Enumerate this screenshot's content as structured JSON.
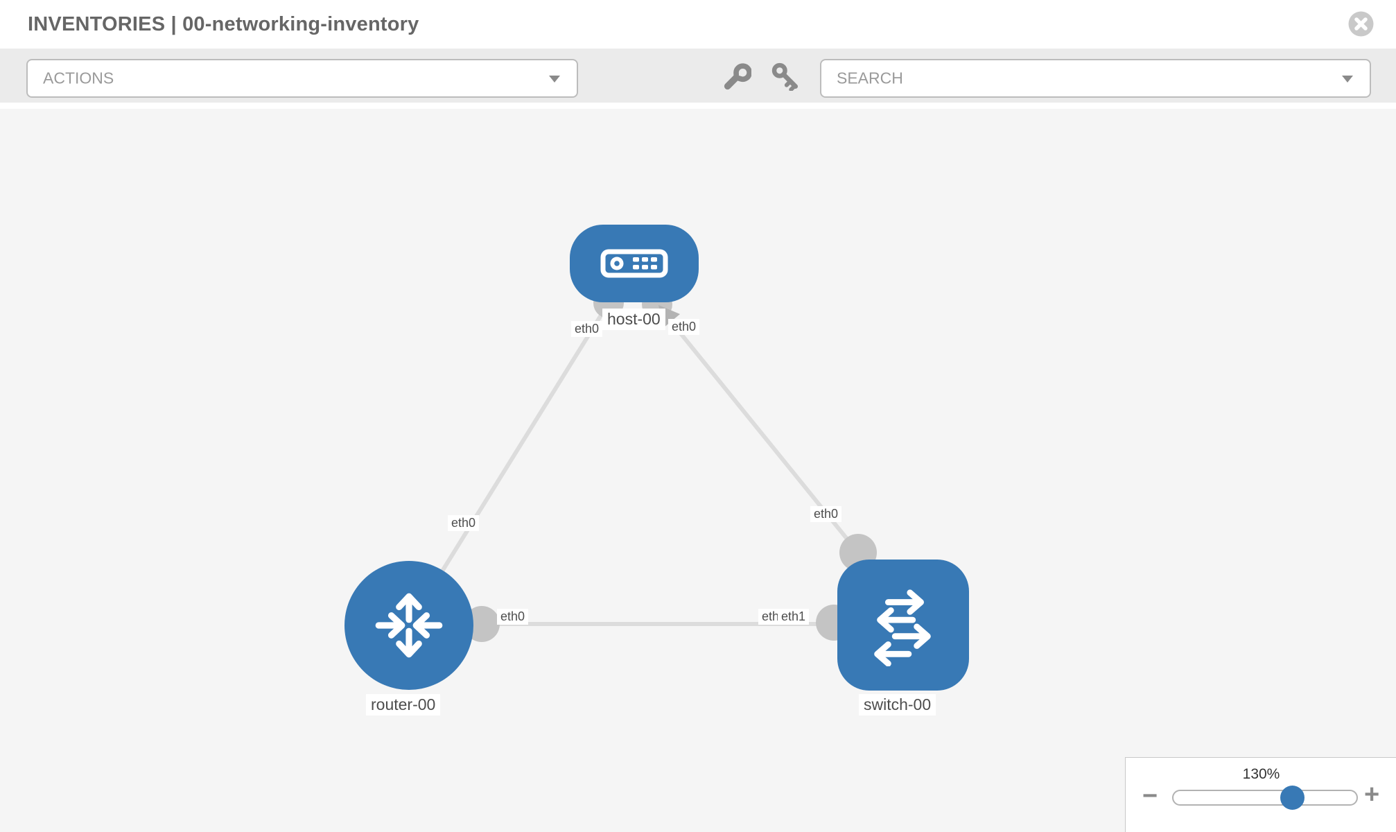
{
  "header": {
    "title": "INVENTORIES | 00-networking-inventory"
  },
  "toolbar": {
    "actions_label": "ACTIONS",
    "search_label": "SEARCH"
  },
  "topology": {
    "nodes": [
      {
        "id": "host-00",
        "type": "host",
        "label": "host-00"
      },
      {
        "id": "router-00",
        "type": "router",
        "label": "router-00"
      },
      {
        "id": "switch-00",
        "type": "switch",
        "label": "switch-00"
      }
    ],
    "interfaces": {
      "host_left": "eth0",
      "host_right": "eth0",
      "link_router_host": "eth0",
      "link_host_switch": "eth0",
      "router_eth0": "eth0",
      "switch_eth0_partial": "eth0",
      "switch_eth1": "eth1"
    }
  },
  "zoom_control": {
    "value": "130%",
    "minus_label": "−",
    "plus_label": "+"
  },
  "colors": {
    "node_blue": "#3879b5",
    "link_gray": "#dcdcdc",
    "connector_gray": "#c4c4c4",
    "canvas_bg": "#f5f5f5",
    "toolbar_bg": "#ebebeb",
    "title_gray": "#666666"
  }
}
